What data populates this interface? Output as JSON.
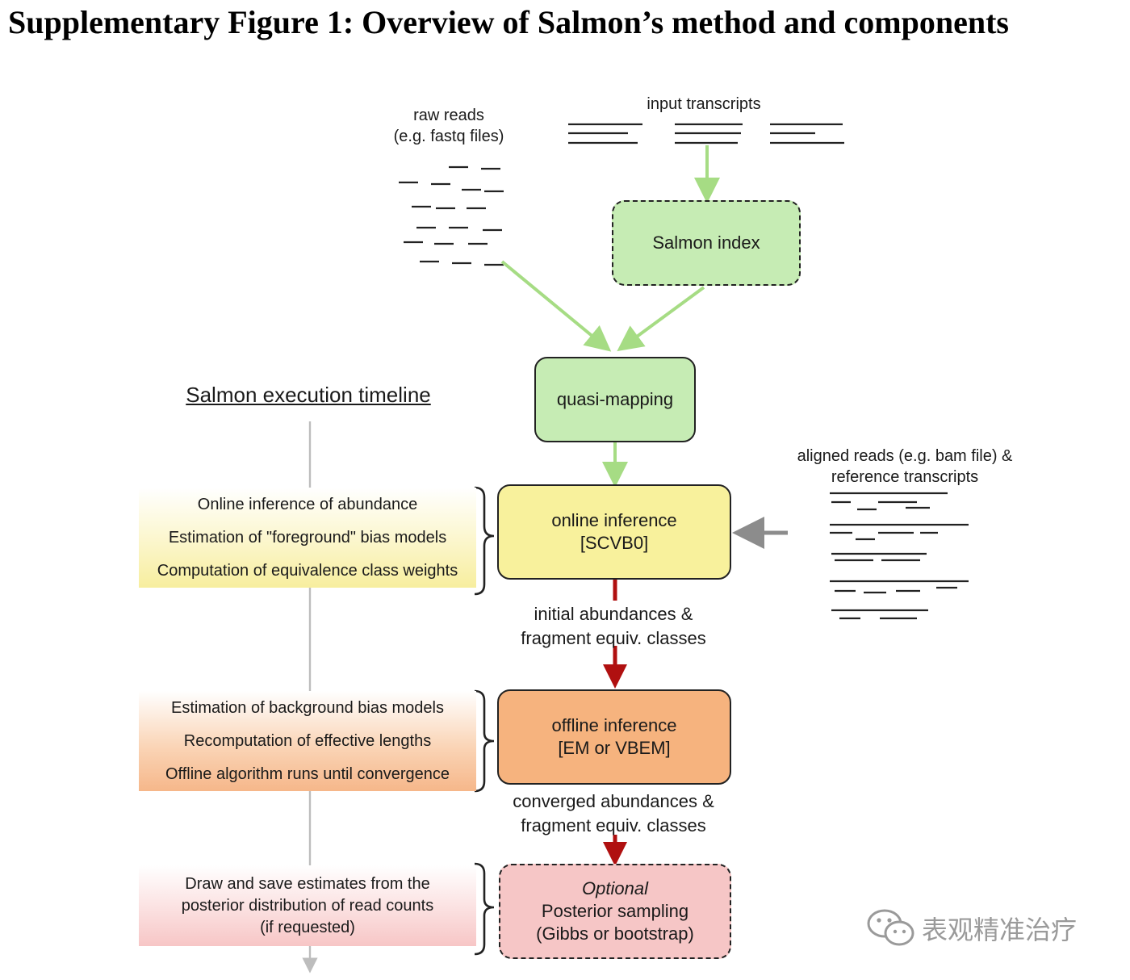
{
  "title": "Supplementary Figure 1: Overview of Salmon’s method and components",
  "inputs": {
    "raw_reads": [
      "raw reads",
      "(e.g. fastq files)"
    ],
    "input_transcripts": "input transcripts",
    "aligned_reads": [
      "aligned reads (e.g. bam file) &",
      "reference transcripts"
    ]
  },
  "nodes": {
    "salmon_index": "Salmon index",
    "quasi_mapping": "quasi-mapping",
    "online_inference": [
      "online inference",
      "[SCVB0]"
    ],
    "offline_inference": [
      "offline inference",
      "[EM or VBEM]"
    ],
    "posterior_sampling": [
      "Optional",
      "Posterior sampling",
      "(Gibbs or bootstrap)"
    ]
  },
  "edge_labels": {
    "online_to_offline": [
      "initial abundances &",
      "fragment equiv. classes"
    ],
    "offline_to_posterior": [
      "converged abundances &",
      "fragment equiv. classes"
    ]
  },
  "timeline": {
    "title": "Salmon execution timeline",
    "online_steps": [
      "Online inference of abundance",
      "Estimation of \"foreground\" bias models",
      "Computation of equivalence class weights"
    ],
    "offline_steps": [
      "Estimation of background bias models",
      "Recomputation of effective lengths",
      "Offline algorithm runs until convergence"
    ],
    "posterior_steps": [
      "Draw and save estimates from the",
      "posterior distribution of read counts",
      "(if requested)"
    ]
  },
  "watermark": "表观精准治疗",
  "colors": {
    "green_fill": "#c6ecb4",
    "green_arrow": "#a6dc84",
    "yellow_fill": "#f8f19c",
    "orange_fill": "#f6b37e",
    "pink_fill": "#f6c6c6",
    "red_arrow": "#b01010",
    "gray_arrow": "#8c8c8c",
    "timeline_line": "#bdbdbd"
  },
  "icons": {
    "watermark": "wechat-icon"
  }
}
